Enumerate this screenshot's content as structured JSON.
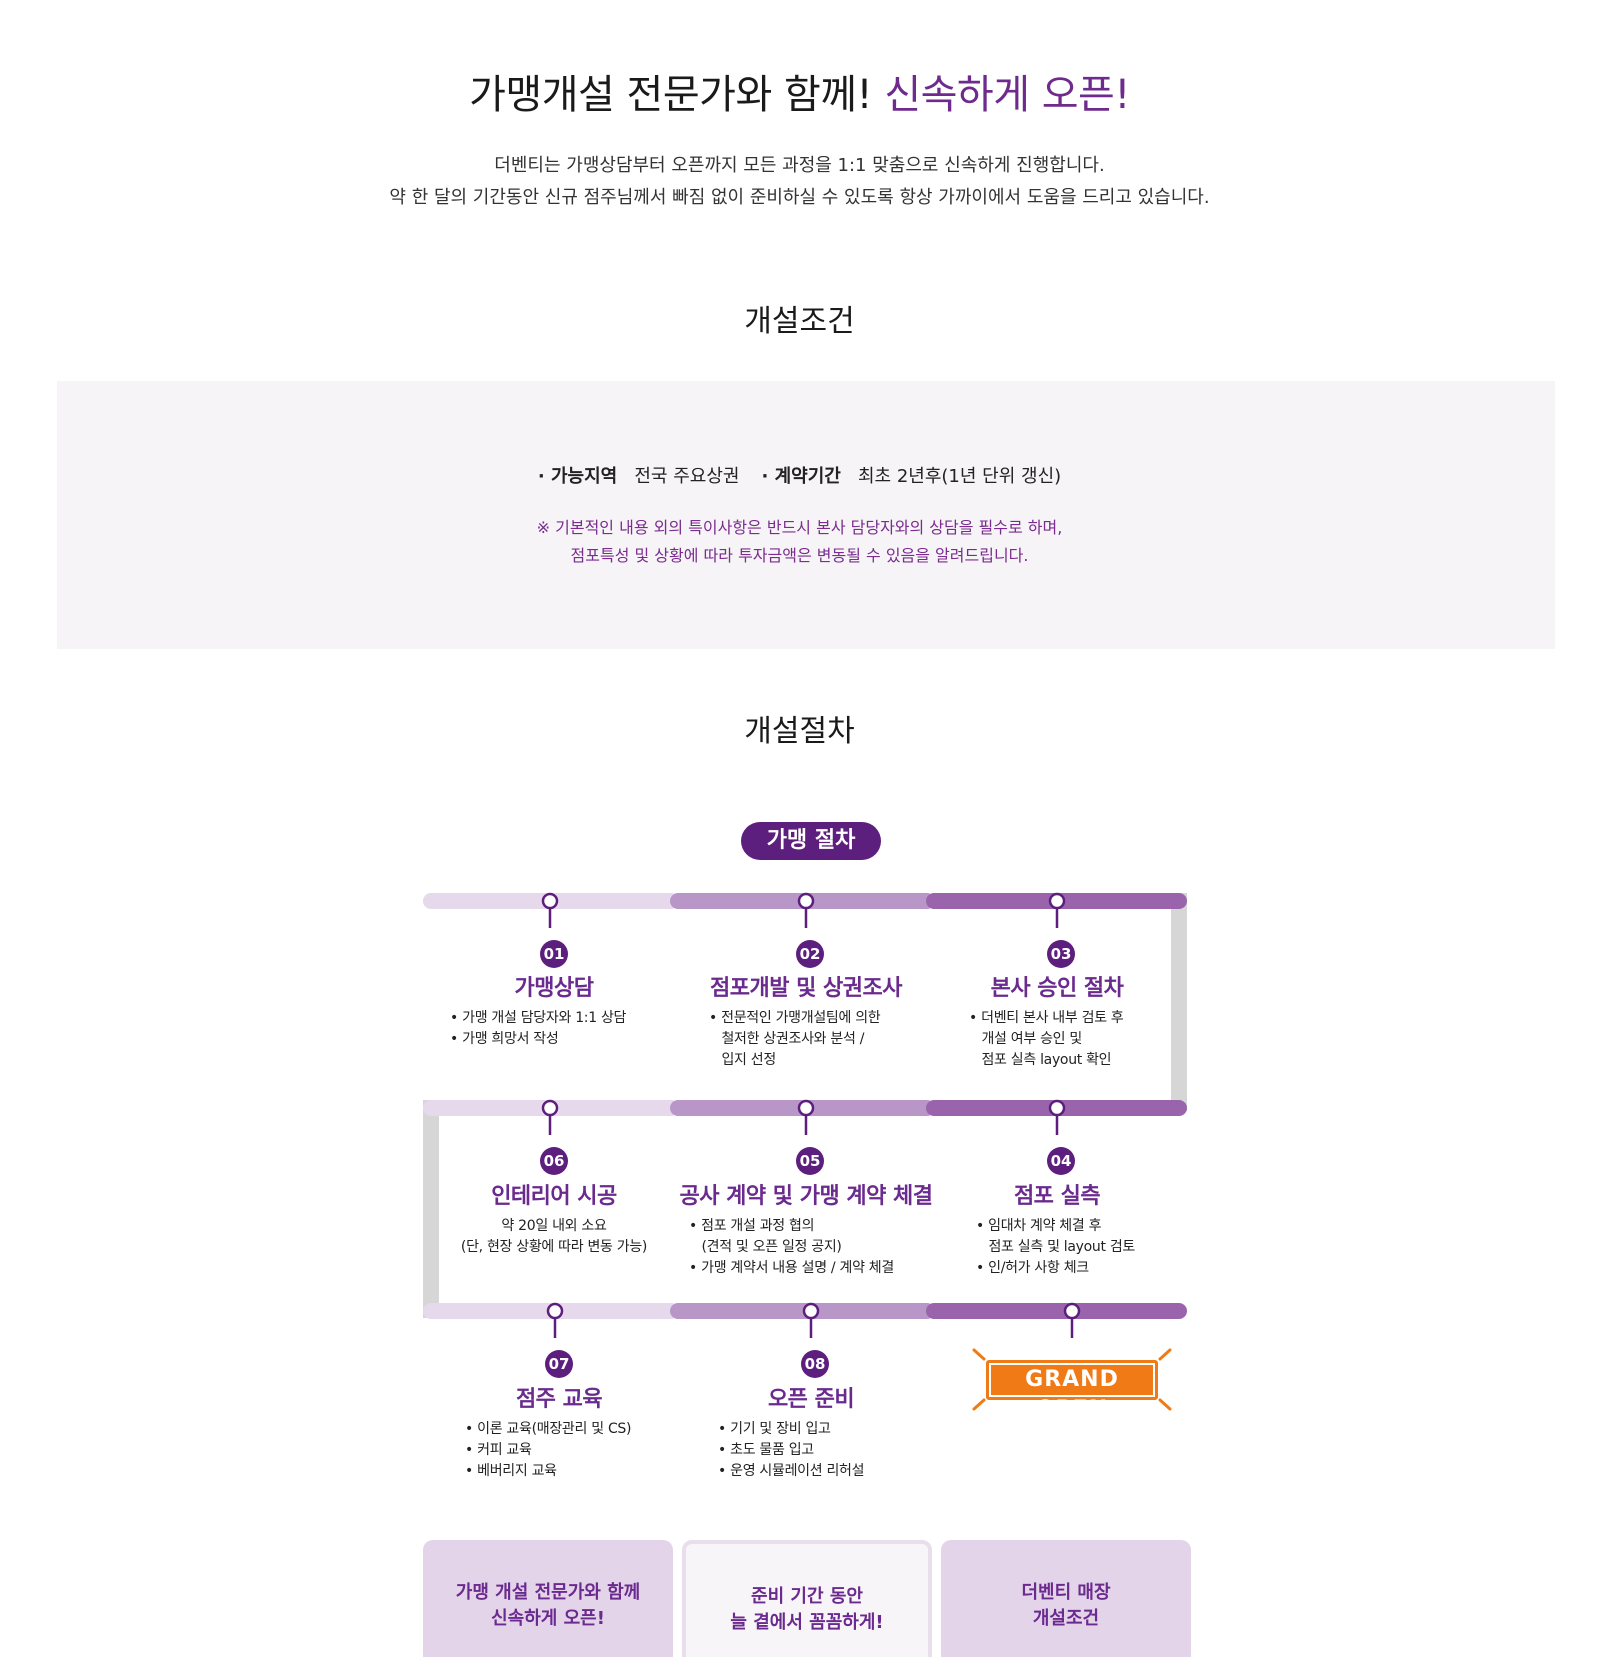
{
  "hero": {
    "title_main": "가맹개설 전문가와 함께! ",
    "title_accent": "신속하게 오픈!",
    "desc_line1": "더벤티는 가맹상담부터 오픈까지 모든 과정을 1:1 맞춤으로 신속하게 진행합니다.",
    "desc_line2": "약 한 달의 기간동안 신규 점주님께서 빠짐 없이 준비하실 수 있도록 항상 가까이에서 도움을 드리고 있습니다."
  },
  "conditions": {
    "title": "개설조건",
    "region_label": "· 가능지역",
    "region_value": "전국 주요상권",
    "contract_label": "· 계약기간",
    "contract_value": "최초 2년후(1년 단위 갱신)",
    "note_line1": "※ 기본적인 내용 외의 특이사항은 반드시 본사 담당자와의 상담을 필수로 하며,",
    "note_line2": "점포특성 및 상황에 따라 투자금액은 변동될 수 있음을 알려드립니다."
  },
  "procedure": {
    "title": "개설절차",
    "pill": "가맹 절차",
    "steps": [
      {
        "num": "01",
        "title": "가맹상담",
        "desc": "• 가맹 개설 담당자와 1:1 상담\n• 가맹 희망서 작성"
      },
      {
        "num": "02",
        "title": "점포개발 및 상권조사",
        "desc": "• 전문적인 가맹개설팀에 의한\n   철저한 상권조사와 분석 /\n   입지 선정"
      },
      {
        "num": "03",
        "title": "본사 승인 절차",
        "desc": "• 더벤티 본사 내부 검토 후\n   개설 여부 승인 및\n   점포 실측 layout 확인"
      },
      {
        "num": "04",
        "title": "점포 실측",
        "desc": "• 임대차 계약 체결 후\n   점포 실측 및 layout 검토\n• 인/허가 사항 체크"
      },
      {
        "num": "05",
        "title": "공사 계약 및 가맹 계약 체결",
        "desc": "• 점포 개설 과정 협의\n   (견적 및 오픈 일정 공지)\n• 가맹 계약서 내용 설명 / 계약 체결"
      },
      {
        "num": "06",
        "title": "인테리어 시공",
        "desc": "약 20일 내외 소요\n(단, 현장 상황에 따라 변동 가능)"
      },
      {
        "num": "07",
        "title": "점주 교육",
        "desc": "• 이론 교육(매장관리 및 CS)\n• 커피 교육\n• 베버리지 교육"
      },
      {
        "num": "08",
        "title": "오픈 준비",
        "desc": "• 기기 및 장비 입고\n• 초도 물품 입고\n• 운영 시뮬레이션 리허설"
      }
    ],
    "grand_open": "GRAND OPEN"
  },
  "cards": [
    {
      "text": "가맹 개설 전문가와 함께\n신속하게 오픈!"
    },
    {
      "text": "준비 기간 동안\n늘 곁에서 꼼꼼하게!"
    },
    {
      "text": "더벤티 매장\n개설조건"
    }
  ],
  "colors": {
    "accent": "#6e2a8c",
    "track_light": "#e6d9ec",
    "track_mid": "#b896c8",
    "track_dark": "#9a64ad",
    "connector": "#d6d6d6",
    "grand_open": "#f07a16"
  }
}
